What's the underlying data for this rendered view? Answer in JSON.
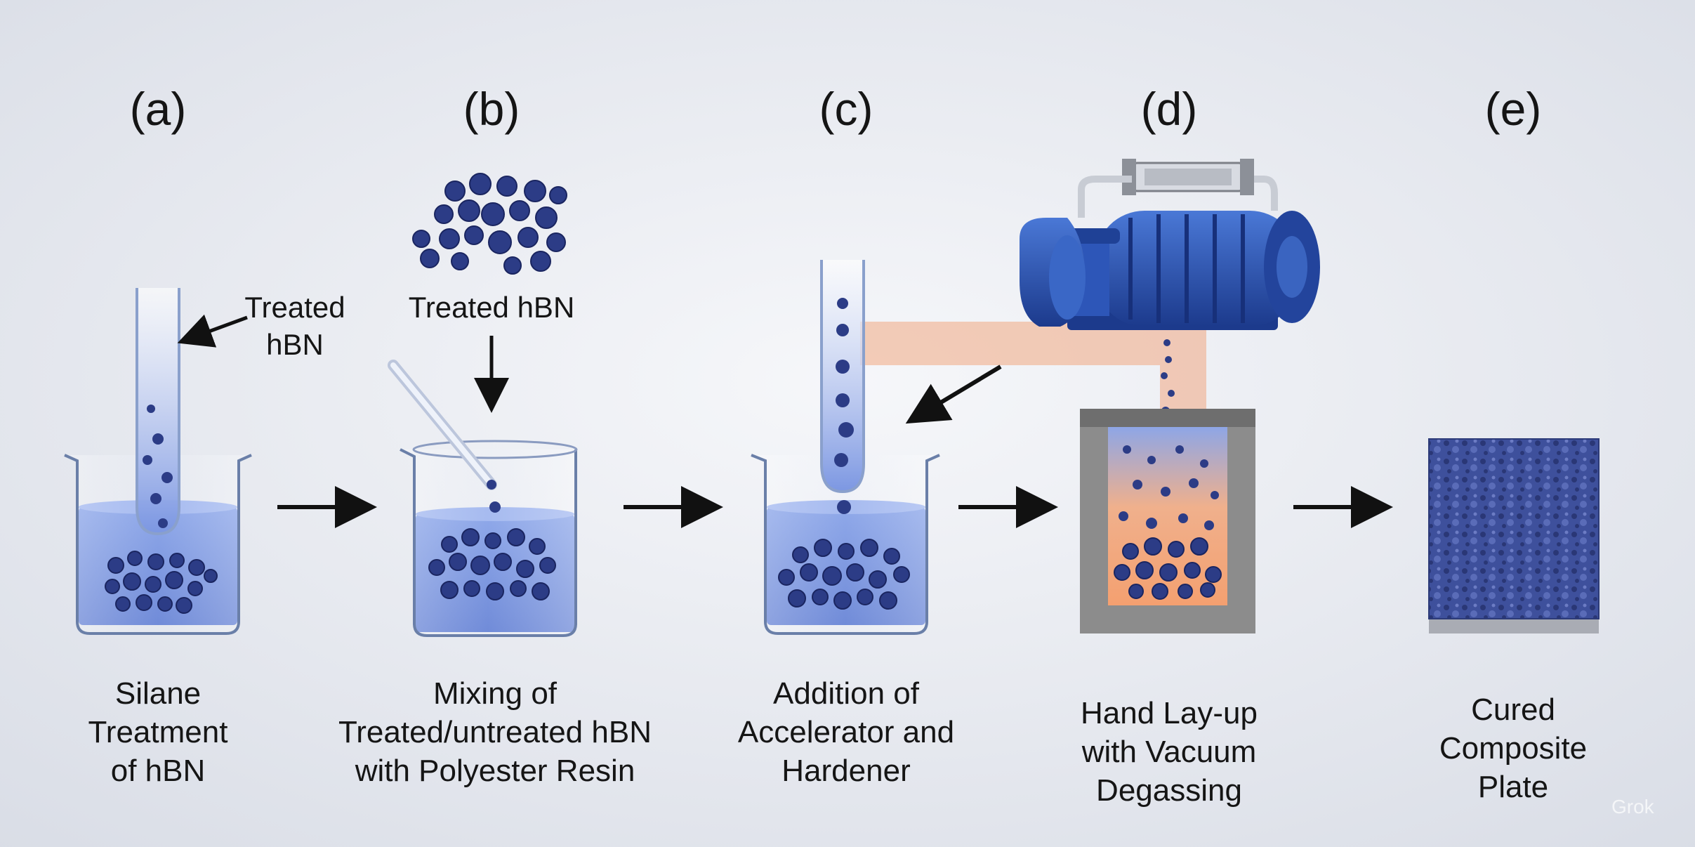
{
  "diagram": {
    "steps": [
      {
        "label": "(a)",
        "caption": [
          "Silane",
          "Treatment",
          "of hBN"
        ],
        "callout": [
          "Treated",
          "hBN"
        ]
      },
      {
        "label": "(b)",
        "caption": [
          "Mixing of",
          "Treated/untreated hBN",
          "with Polyester Resin"
        ],
        "callout": [
          "Treated hBN"
        ]
      },
      {
        "label": "(c)",
        "caption": [
          "Addition of",
          "Accelerator and",
          "Hardener"
        ]
      },
      {
        "label": "(d)",
        "caption": [
          "Hand Lay-up",
          "with Vacuum",
          "Degassing"
        ]
      },
      {
        "label": "(e)",
        "caption": [
          "Cured",
          "Composite",
          "Plate"
        ]
      }
    ],
    "watermark": "Grok",
    "colors": {
      "liquid": "#6f8ee0",
      "particle": "#2c3c86",
      "pump": "#2850b0",
      "mold": "#8c8c8c",
      "highlight": "#f0a882",
      "plate": "#3c4f9c"
    },
    "icons": [
      "beaker",
      "test-tube",
      "particle-cluster",
      "stirring-rod",
      "vacuum-pump",
      "mold",
      "composite-plate",
      "arrow-right"
    ]
  }
}
